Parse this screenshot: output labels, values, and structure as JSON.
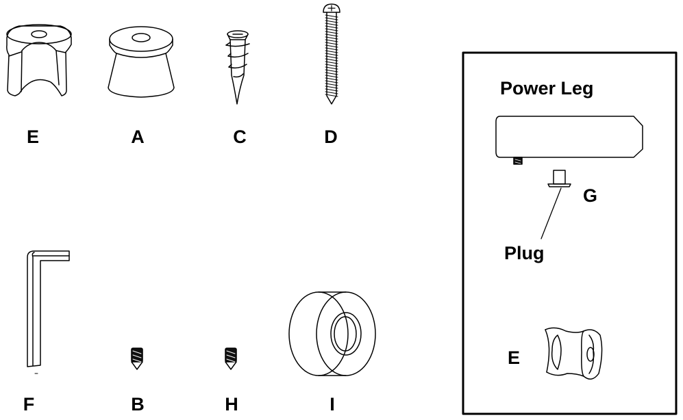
{
  "parts": [
    {
      "id": "part-e",
      "label": "E",
      "icon": "grommet-cap-icon"
    },
    {
      "id": "part-a",
      "label": "A",
      "icon": "round-cap-icon"
    },
    {
      "id": "part-c",
      "label": "C",
      "icon": "wall-anchor-icon"
    },
    {
      "id": "part-d",
      "label": "D",
      "icon": "screw-icon"
    },
    {
      "id": "part-f",
      "label": "F",
      "icon": "hex-key-icon"
    },
    {
      "id": "part-b",
      "label": "B",
      "icon": "set-screw-icon"
    },
    {
      "id": "part-h",
      "label": "H",
      "icon": "set-screw-icon"
    },
    {
      "id": "part-i",
      "label": "I",
      "icon": "spacer-ring-icon"
    }
  ],
  "inset": {
    "title": "Power Leg",
    "plug_part_label": "G",
    "plug_callout": "Plug",
    "cap_label": "E",
    "icons": [
      "power-leg-icon",
      "plug-icon",
      "grommet-cap-icon"
    ]
  },
  "colors": {
    "stroke": "#000000",
    "background": "#ffffff"
  }
}
